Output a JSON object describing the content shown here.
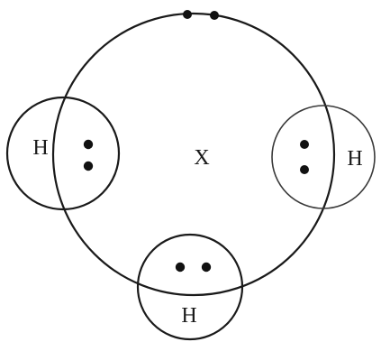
{
  "diagram": {
    "central_atom": {
      "symbol": "X",
      "lone_pairs": 1
    },
    "bonded_atoms": [
      {
        "id": "left",
        "symbol": "H",
        "shared_electrons": 2
      },
      {
        "id": "right",
        "symbol": "H",
        "shared_electrons": 2
      },
      {
        "id": "bottom",
        "symbol": "H",
        "shared_electrons": 2
      }
    ],
    "colors": {
      "line": "#1a1a1a",
      "electron": "#111111",
      "background": "#ffffff"
    }
  }
}
